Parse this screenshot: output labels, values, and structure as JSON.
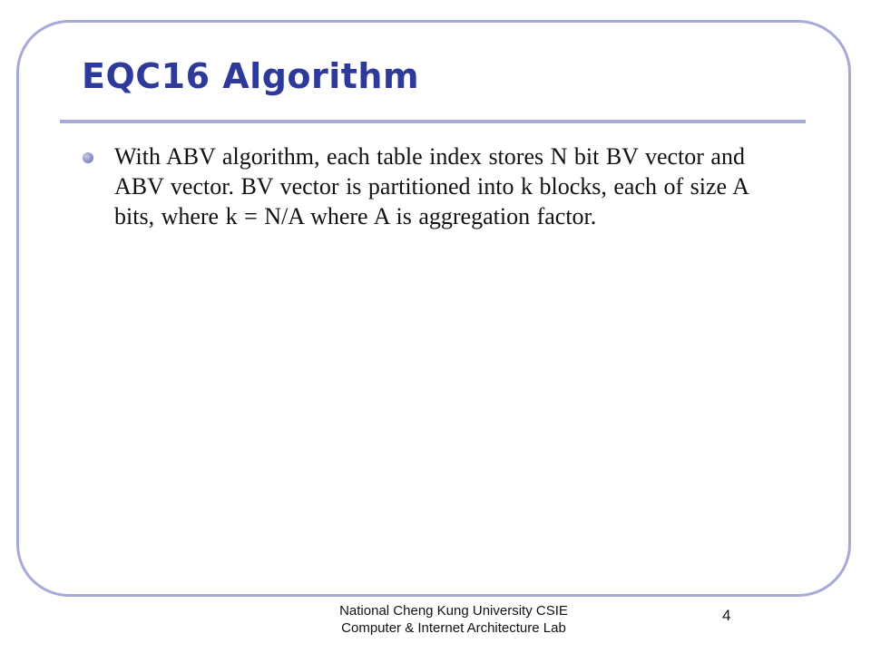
{
  "slide": {
    "title": "EQC16 Algorithm",
    "bullets": [
      {
        "text": "With ABV algorithm, each table index stores N bit BV vector and ABV vector. BV vector is partitioned into k blocks, each of size A bits, where  k  =  N/A where  A  is aggregation factor."
      }
    ]
  },
  "footer": {
    "line1": "National Cheng Kung University CSIE",
    "line2": "Computer & Internet Architecture Lab",
    "page_number": "4"
  },
  "colors": {
    "title": "#2e3a9a",
    "frame": "#a7a9d6",
    "bullet": "#8e92c8",
    "text": "#111111"
  }
}
